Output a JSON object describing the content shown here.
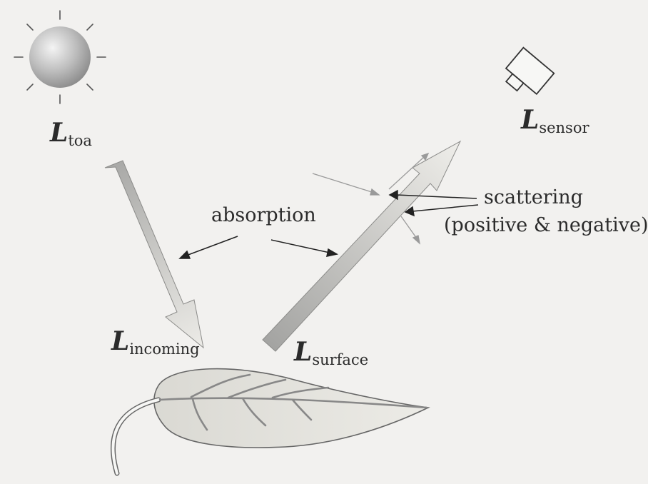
{
  "labels": {
    "l_toa": {
      "main": "L",
      "sub": "toa"
    },
    "l_sensor": {
      "main": "L",
      "sub": "sensor"
    },
    "l_incoming": {
      "main": "L",
      "sub": "incoming"
    },
    "l_surface": {
      "main": "L",
      "sub": "surface"
    },
    "absorption": "absorption",
    "scattering_line1": "scattering",
    "scattering_line2": "(positive & negative)"
  },
  "icons": [
    "sun-icon",
    "sensor-icon",
    "leaf-icon"
  ],
  "colors": {
    "background": "#f2f1ef",
    "beam_dark": "#b6b6b4",
    "beam_light": "#e8e6e2",
    "sun_light": "#f4f4f4",
    "sun_dark": "#8a8a8a",
    "leaf_fill": "#e4e3de",
    "ink": "#2b2b2b"
  }
}
